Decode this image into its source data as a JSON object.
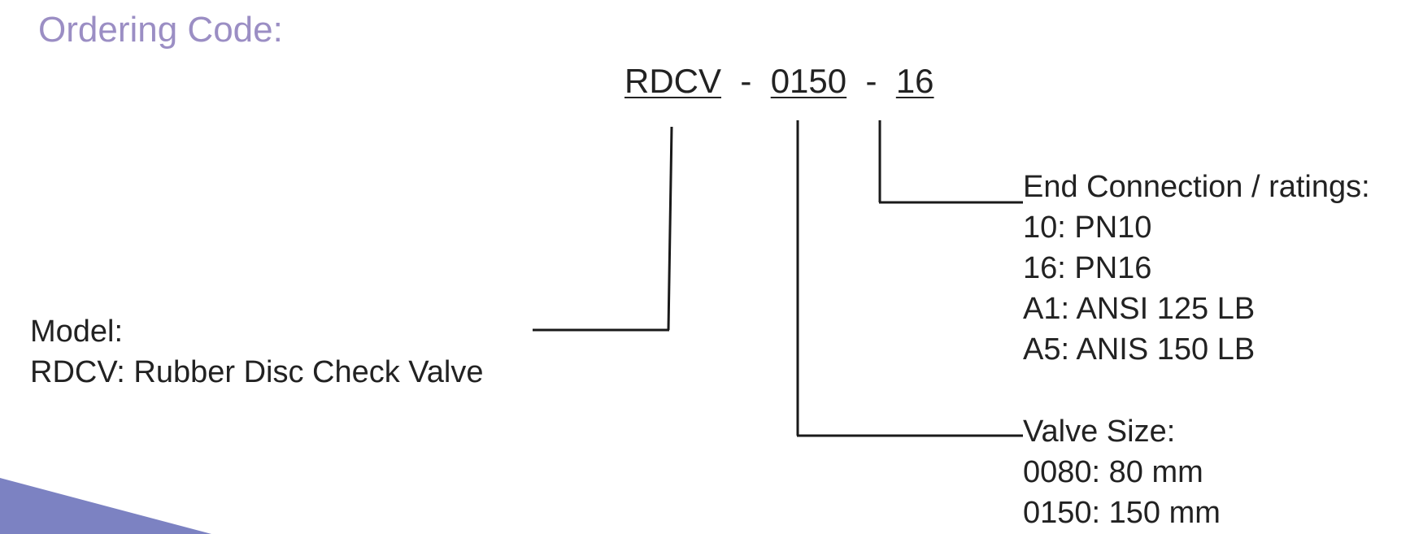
{
  "heading": "Ordering Code:",
  "code": {
    "model": "RDCV",
    "separator": "-",
    "size": "0150",
    "rating": "16"
  },
  "model_info": {
    "label": "Model:",
    "lines": [
      "RDCV: Rubber Disc Check Valve"
    ]
  },
  "rating_info": {
    "label": "End Connection / ratings:",
    "lines": [
      "10: PN10",
      "16: PN16",
      "A1: ANSI 125 LB",
      "A5: ANIS 150 LB"
    ]
  },
  "size_info": {
    "label": "Valve Size:",
    "lines": [
      "0080: 80 mm",
      "0150: 150 mm"
    ]
  },
  "colors": {
    "heading": "#9b8ec4",
    "text": "#222222",
    "connector": "#1a1a1a",
    "wedge": "#7c82c2"
  }
}
